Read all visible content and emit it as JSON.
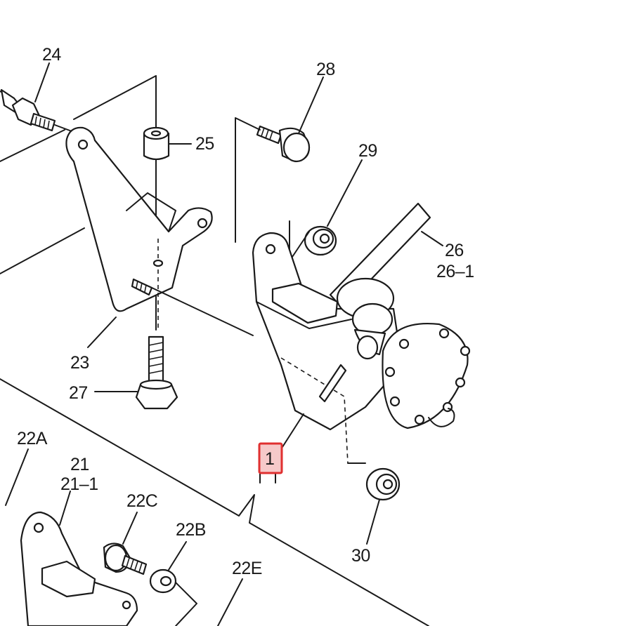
{
  "diagram": {
    "callouts": {
      "c24": "24",
      "c25": "25",
      "c28": "28",
      "c29": "29",
      "c26": "26",
      "c26_1": "26–1",
      "c23": "23",
      "c27": "27",
      "c22a": "22A",
      "c21": "21",
      "c21_1": "21–1",
      "c22c": "22C",
      "c22b": "22B",
      "c22e": "22E",
      "c30": "30",
      "c1": "1"
    },
    "highlight_color": "#e03030"
  }
}
